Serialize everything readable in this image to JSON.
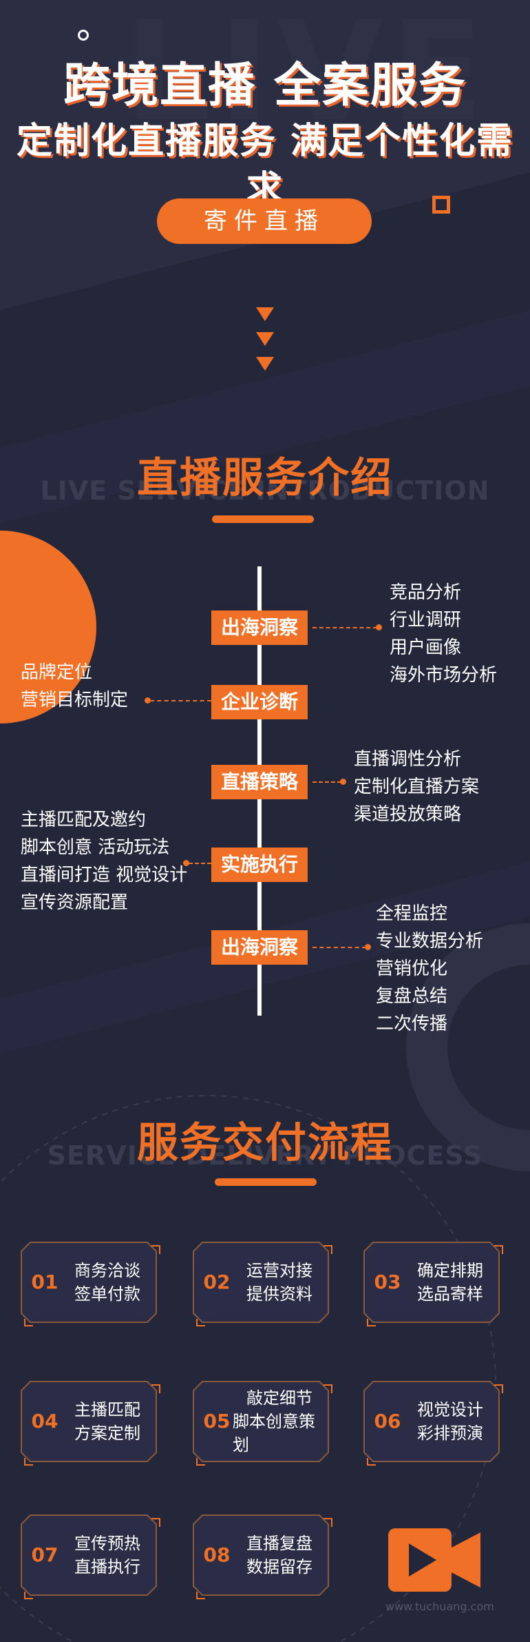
{
  "hero": {
    "bg_word": "LIVE",
    "title_line1": "跨境直播  全案服务",
    "title_line2": "定制化直播服务  满足个性化需求",
    "pill_label": "寄件直播"
  },
  "section1": {
    "title": "直播服务介绍",
    "watermark": "LIVE SERVICE INTRODUCTION"
  },
  "timeline": [
    {
      "tag": "出海洞察",
      "side": "right",
      "items": [
        "竞品分析",
        "行业调研",
        "用户画像",
        "海外市场分析"
      ]
    },
    {
      "tag": "企业诊断",
      "side": "left",
      "items": [
        "品牌定位",
        "营销目标制定"
      ]
    },
    {
      "tag": "直播策略",
      "side": "right",
      "items": [
        "直播调性分析",
        "定制化直播方案",
        "渠道投放策略"
      ]
    },
    {
      "tag": "实施执行",
      "side": "left",
      "items": [
        "主播匹配及邀约",
        "脚本创意 活动玩法",
        "直播间打造 视觉设计",
        "宣传资源配置"
      ]
    },
    {
      "tag": "出海洞察",
      "side": "right",
      "items": [
        "全程监控",
        "专业数据分析",
        "营销优化",
        "复盘总结",
        "二次传播"
      ]
    }
  ],
  "section2": {
    "title": "服务交付流程",
    "watermark": "SERVICE DELIVERY PROCESS"
  },
  "steps": [
    {
      "num": "01",
      "line1": "商务洽谈",
      "line2": "签单付款"
    },
    {
      "num": "02",
      "line1": "运营对接",
      "line2": "提供资料"
    },
    {
      "num": "03",
      "line1": "确定排期",
      "line2": "选品寄样"
    },
    {
      "num": "04",
      "line1": "主播匹配",
      "line2": "方案定制"
    },
    {
      "num": "05",
      "line1": "敲定细节",
      "line2": "脚本创意策划"
    },
    {
      "num": "06",
      "line1": "视觉设计",
      "line2": "彩排预演"
    },
    {
      "num": "07",
      "line1": "宣传预热",
      "line2": "直播执行"
    },
    {
      "num": "08",
      "line1": "直播复盘",
      "line2": "数据留存"
    }
  ],
  "footer": {
    "watermark_text": "www.tuchuang.com",
    "icon": "video-camera-icon"
  },
  "colors": {
    "background": "#24263a",
    "accent": "#f07026",
    "text": "#ffffff"
  }
}
